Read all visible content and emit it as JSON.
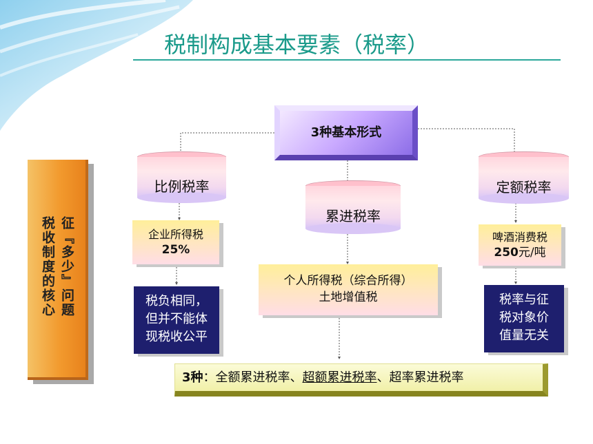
{
  "slide": {
    "title": "税制构成基本要素（税率）",
    "accent_color": "#1a9a8a"
  },
  "side_label": {
    "col_right": "征『多少』问题",
    "col_left": "税收制度的核心"
  },
  "root": {
    "label": "3种基本形式"
  },
  "branches": {
    "proportional": {
      "label": "比例税率",
      "example_line1": "企业所得税",
      "example_line2": "25%",
      "note_line1": "税负相同，",
      "note_line2": "但并不能体",
      "note_line3": "现税收公平"
    },
    "progressive": {
      "label": "累进税率",
      "example_line1": "个人所得税（综合所得）",
      "example_line2": "土地增值税"
    },
    "fixed": {
      "label": "定额税率",
      "example_line1": "啤酒消费税",
      "example_amount": "250",
      "example_unit": "元/吨",
      "note_line1": "税率与征",
      "note_line2": "税对象价",
      "note_line3": "值量无关"
    }
  },
  "bottom_bar": {
    "lead": "3种",
    "colon": "：",
    "item1": "全额累进税率",
    "sep1": "、",
    "item2": "超额累进税率",
    "sep2": "、",
    "item3": "超率累进税率"
  }
}
